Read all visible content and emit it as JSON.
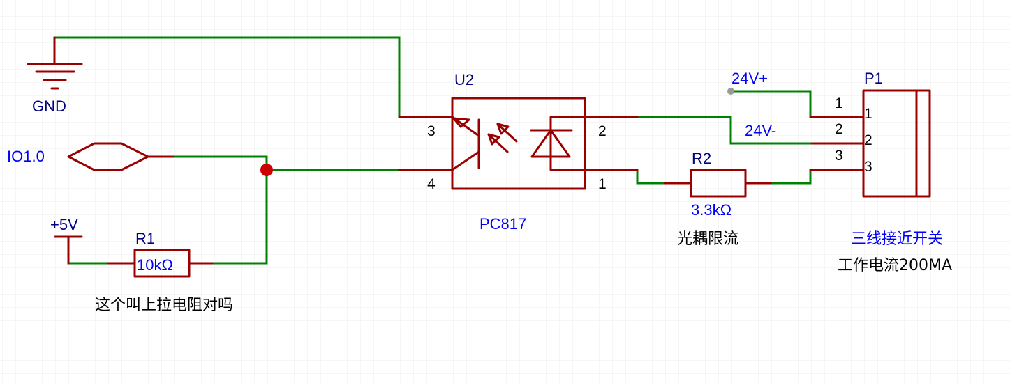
{
  "canvas": {
    "background": "#ffffff",
    "grid_color": "#ebebeb",
    "major_grid_color": "#dddddd"
  },
  "colors": {
    "wire": "#008000",
    "symbol": "#990000",
    "designator": "#000080",
    "value": "#0000ff",
    "pin": "#000000",
    "junction": "#cc0000",
    "net_dot": "#999999"
  },
  "gnd": {
    "label": "GND"
  },
  "io_port": {
    "label": "IO1.0"
  },
  "power_5v": {
    "label": "+5V"
  },
  "r1": {
    "designator": "R1",
    "value": "10kΩ",
    "note": "这个叫上拉电阻对吗"
  },
  "u2": {
    "designator": "U2",
    "part": "PC817",
    "pins": {
      "p1": "1",
      "p2": "2",
      "p3": "3",
      "p4": "4"
    }
  },
  "r2": {
    "designator": "R2",
    "value": "3.3kΩ",
    "note": "光耦限流"
  },
  "nets": {
    "v24_plus": "24V+",
    "v24_minus": "24V-"
  },
  "p1": {
    "designator": "P1",
    "pin_numbers_outer": [
      "1",
      "2",
      "3"
    ],
    "pin_numbers_inner": [
      "1",
      "2",
      "3"
    ],
    "title": "三线接近开关",
    "note": "工作电流200MA"
  }
}
